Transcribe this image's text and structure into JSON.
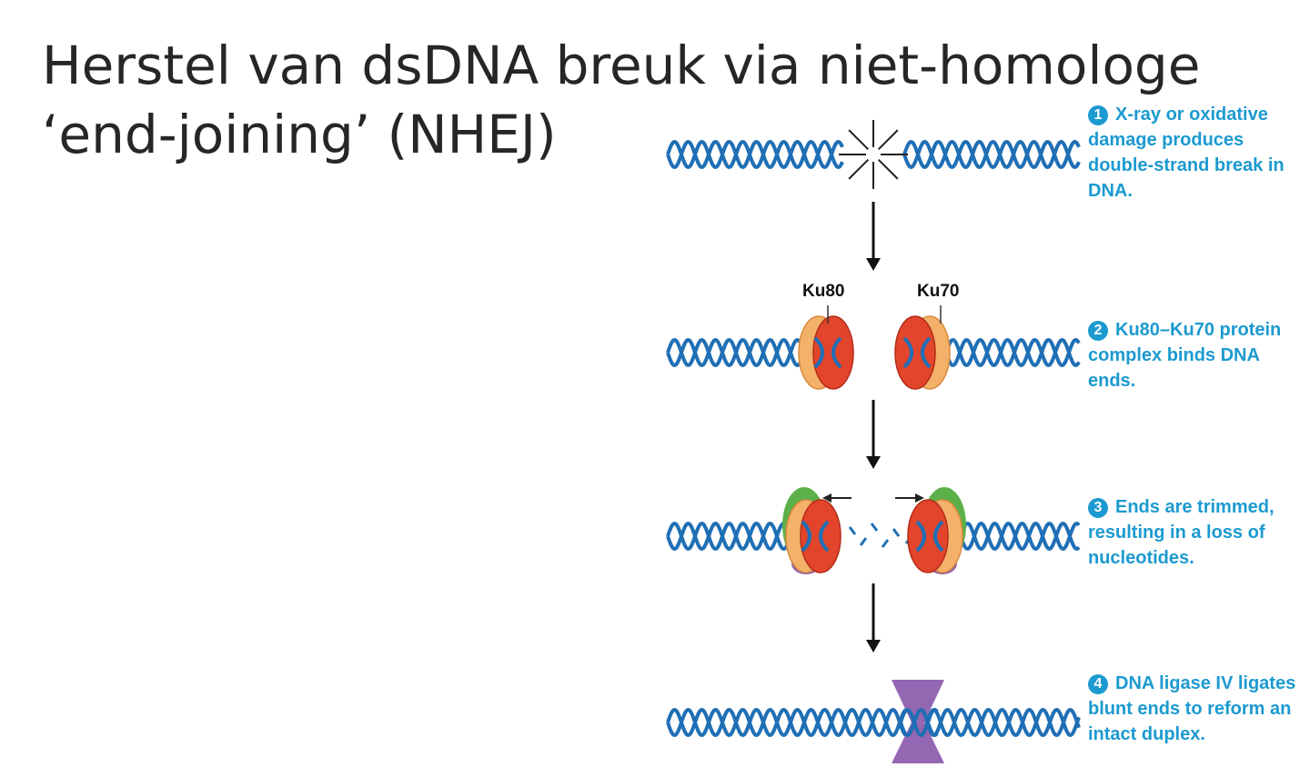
{
  "title": {
    "line1": "Herstel van dsDNA breuk via niet-homologe",
    "line2": "‘end-joining’ (NHEJ)"
  },
  "proteins": {
    "ku80": "Ku80",
    "ku70": "Ku70"
  },
  "steps": [
    {
      "number": "1",
      "text": "X-ray or oxidative damage produces double-strand break in DNA."
    },
    {
      "number": "2",
      "text": "Ku80–Ku70 protein complex binds DNA ends."
    },
    {
      "number": "3",
      "text": "Ends are trimmed, resulting in a loss of nucleotides."
    },
    {
      "number": "4",
      "text": "DNA ligase IV ligates blunt ends to reform an intact duplex."
    }
  ],
  "colors": {
    "dna": "#1f6fb5",
    "step_text": "#1c9ad0",
    "ku_red": "#e2452b",
    "ku_orange": "#f3b16a",
    "trim_green": "#5bb04a",
    "purple": "#8d5fae",
    "arrow": "#111111"
  }
}
